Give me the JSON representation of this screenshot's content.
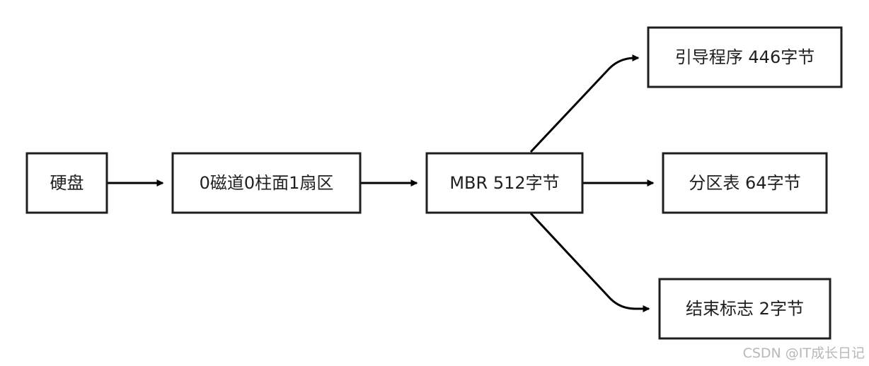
{
  "diagram": {
    "type": "flowchart",
    "direction": "left-to-right",
    "nodes": {
      "disk": {
        "label": "硬盘"
      },
      "sector": {
        "label": "0磁道0柱面1扇区"
      },
      "mbr": {
        "label": "MBR 512字节"
      },
      "boot": {
        "label": "引导程序 446字节"
      },
      "partition": {
        "label": "分区表 64字节"
      },
      "end": {
        "label": "结束标志 2字节"
      }
    },
    "edges": [
      {
        "from": "disk",
        "to": "sector"
      },
      {
        "from": "sector",
        "to": "mbr"
      },
      {
        "from": "mbr",
        "to": "boot"
      },
      {
        "from": "mbr",
        "to": "partition"
      },
      {
        "from": "mbr",
        "to": "end"
      }
    ],
    "colors": {
      "box_stroke": "#1f1f1f",
      "edge": "#000000",
      "text": "#1f1f1f",
      "background": "#ffffff"
    }
  },
  "watermark": "CSDN @IT成长日记"
}
